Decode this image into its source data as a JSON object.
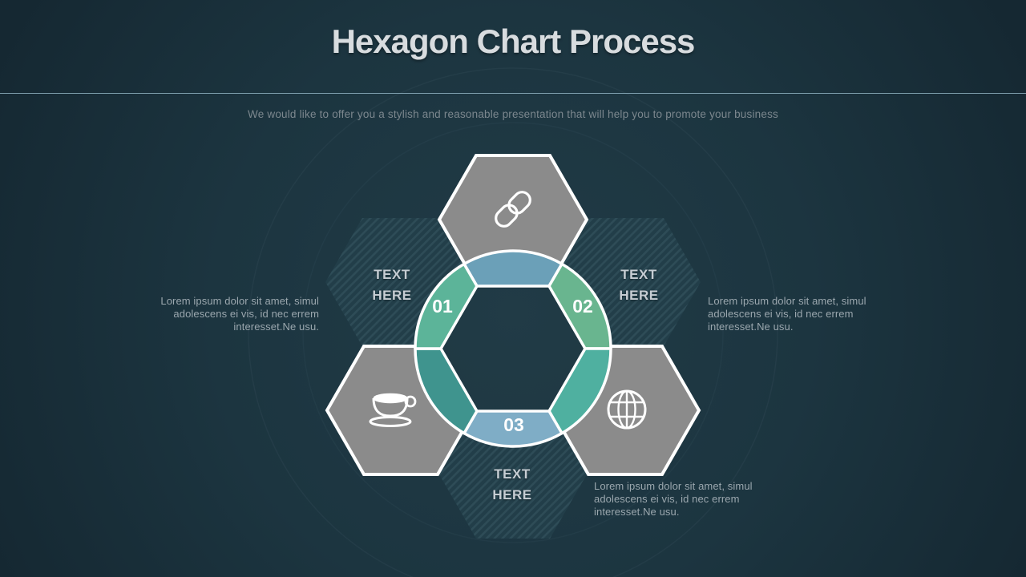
{
  "slide": {
    "title": "Hexagon Chart Process",
    "subtitle": "We would like to offer you a stylish and reasonable presentation that will help you to promote your business",
    "background_color": "#1C3540",
    "divider_color": "#96B9C8"
  },
  "diagram": {
    "backdrop": {
      "base_color": "#223E49",
      "stripe_color": "#2E4C57"
    },
    "hexagons": [
      {
        "icon": "chain-link-icon",
        "position": "top",
        "fill": "#8B8B8B"
      },
      {
        "icon": "coffee-cup-icon",
        "position": "bottom-left",
        "fill": "#8B8B8B"
      },
      {
        "icon": "globe-icon",
        "position": "bottom-right",
        "fill": "#8B8B8B"
      }
    ],
    "ring": {
      "segments": [
        {
          "position": "top",
          "color": "#6BA0B8"
        },
        {
          "position": "upper-right",
          "color": "#69B58F"
        },
        {
          "position": "lower-right",
          "color": "#4FB0A0"
        },
        {
          "position": "bottom",
          "color": "#7FADC6"
        },
        {
          "position": "lower-left",
          "color": "#3F948E"
        },
        {
          "position": "upper-left",
          "color": "#5CB499"
        }
      ]
    },
    "steps": [
      {
        "number": "01",
        "label_line1": "TEXT",
        "label_line2": "HERE",
        "description": "Lorem ipsum dolor sit amet, simul adolescens ei vis, id nec errem interesset.Ne usu."
      },
      {
        "number": "02",
        "label_line1": "TEXT",
        "label_line2": "HERE",
        "description": "Lorem ipsum dolor sit amet, simul adolescens ei vis, id nec errem interesset.Ne usu."
      },
      {
        "number": "03",
        "label_line1": "TEXT",
        "label_line2": "HERE",
        "description": "Lorem ipsum dolor sit amet, simul adolescens ei vis, id nec errem interesset.Ne usu."
      }
    ]
  }
}
